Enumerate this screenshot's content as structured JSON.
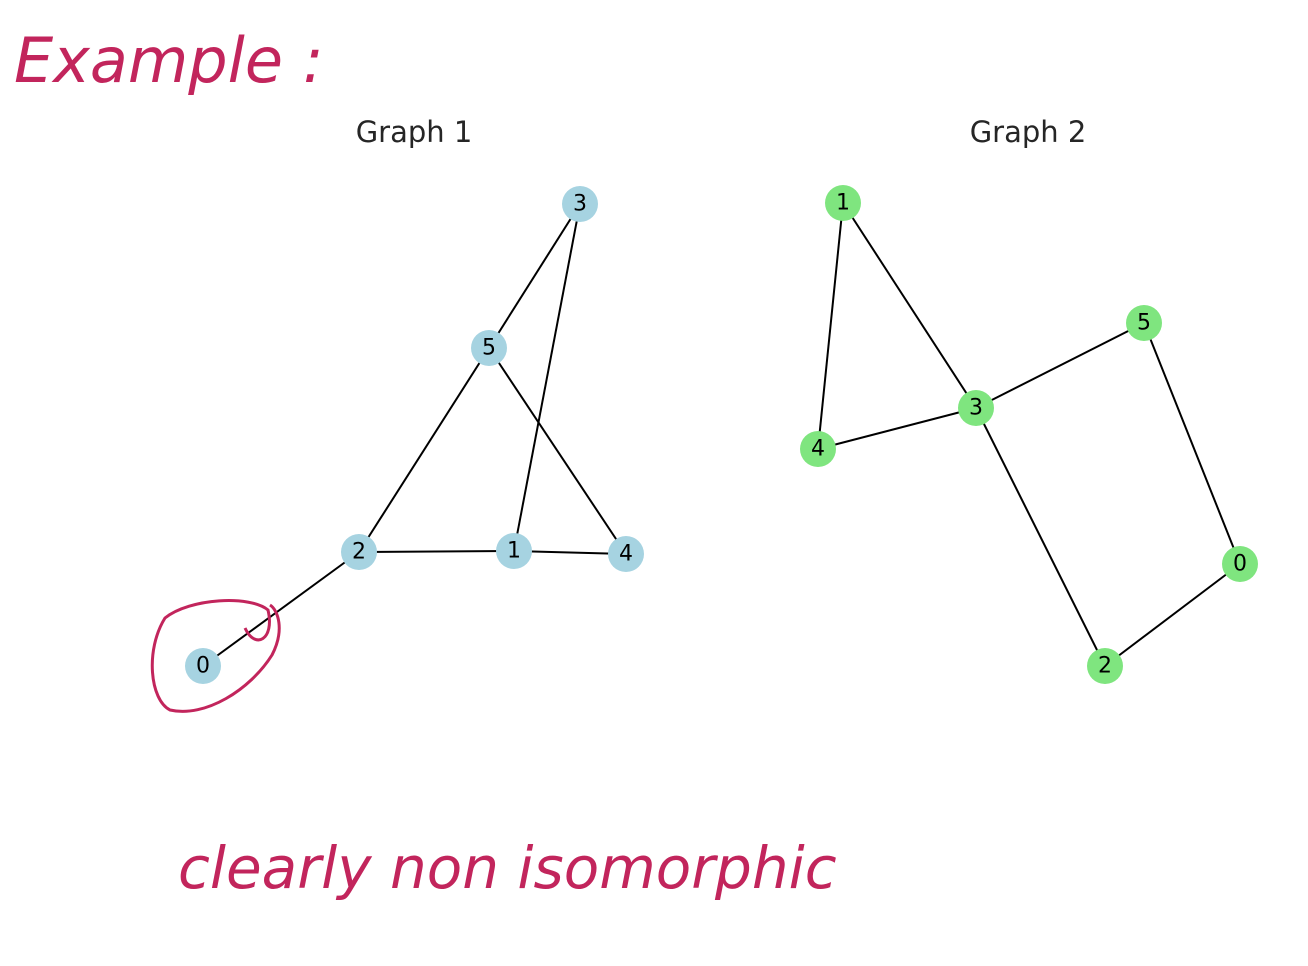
{
  "annotations": {
    "heading": "Example :",
    "conclusion": "clearly non isomorphic",
    "color": "#c2255c"
  },
  "graphs": [
    {
      "title": "Graph 1",
      "node_color": "#a6d3e1",
      "nodes": [
        "0",
        "1",
        "2",
        "3",
        "4",
        "5"
      ],
      "edges": [
        [
          "3",
          "5"
        ],
        [
          "3",
          "1"
        ],
        [
          "5",
          "2"
        ],
        [
          "5",
          "4"
        ],
        [
          "2",
          "1"
        ],
        [
          "1",
          "4"
        ],
        [
          "2",
          "0"
        ]
      ]
    },
    {
      "title": "Graph 2",
      "node_color": "#7fe57f",
      "nodes": [
        "0",
        "1",
        "2",
        "3",
        "4",
        "5"
      ],
      "edges": [
        [
          "1",
          "4"
        ],
        [
          "1",
          "3"
        ],
        [
          "4",
          "3"
        ],
        [
          "3",
          "5"
        ],
        [
          "5",
          "0"
        ],
        [
          "3",
          "2"
        ],
        [
          "2",
          "0"
        ]
      ]
    }
  ]
}
